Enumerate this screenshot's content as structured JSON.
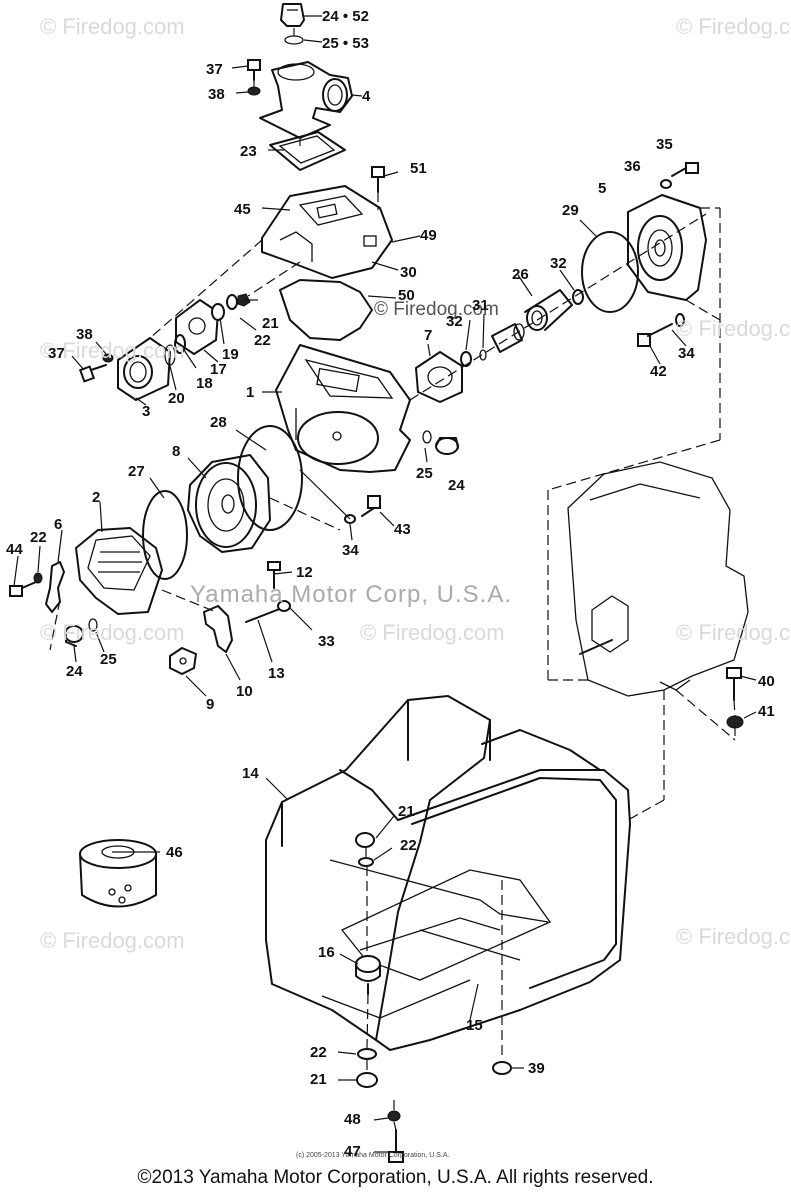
{
  "labels": {
    "p24_52": "24 • 52",
    "p25_53": "25 • 53",
    "p37a": "37",
    "p38a": "38",
    "p4": "4",
    "p23": "23",
    "p51": "51",
    "p35": "35",
    "p36": "36",
    "p5": "5",
    "p45": "45",
    "p49": "49",
    "p29": "29",
    "p30": "30",
    "p50": "50",
    "p26": "26",
    "p32a": "32",
    "p32b": "32",
    "p31": "31",
    "p21a": "21",
    "p22a": "22",
    "p19": "19",
    "p17": "17",
    "p18": "18",
    "p20": "20",
    "p38b": "38",
    "p37b": "37",
    "p3": "3",
    "p7": "7",
    "p34a": "34",
    "p42": "42",
    "p1": "1",
    "p28": "28",
    "p8": "8",
    "p27": "27",
    "p25a": "25",
    "p24a": "24",
    "p2": "2",
    "p43": "43",
    "p34b": "34",
    "p6": "6",
    "p22b": "22",
    "p44": "44",
    "p12": "12",
    "p33": "33",
    "p13": "13",
    "p24b": "24",
    "p25b": "25",
    "p10": "10",
    "p9": "9",
    "p40": "40",
    "p41": "41",
    "p14": "14",
    "p21b": "21",
    "p22c": "22",
    "p46": "46",
    "p16": "16",
    "p15": "15",
    "p22d": "22",
    "p21c": "21",
    "p39": "39",
    "p48": "48",
    "p47": "47"
  },
  "watermarks": {
    "firedog": "© Firedog.com",
    "center": "© Firedog.com",
    "brand": "Yamaha Motor Corp, U.S.A.",
    "tiny_copyright": "(c) 2005-2013 Yamaha Motor Corporation, U.S.A."
  },
  "footer": {
    "copyright": "©2013 Yamaha Motor Corporation, U.S.A. All rights reserved."
  },
  "icons": {
    "parts": "exploded-parts-icon"
  },
  "colors": {
    "line": "#111111",
    "watermark": "#d9d9d9"
  }
}
